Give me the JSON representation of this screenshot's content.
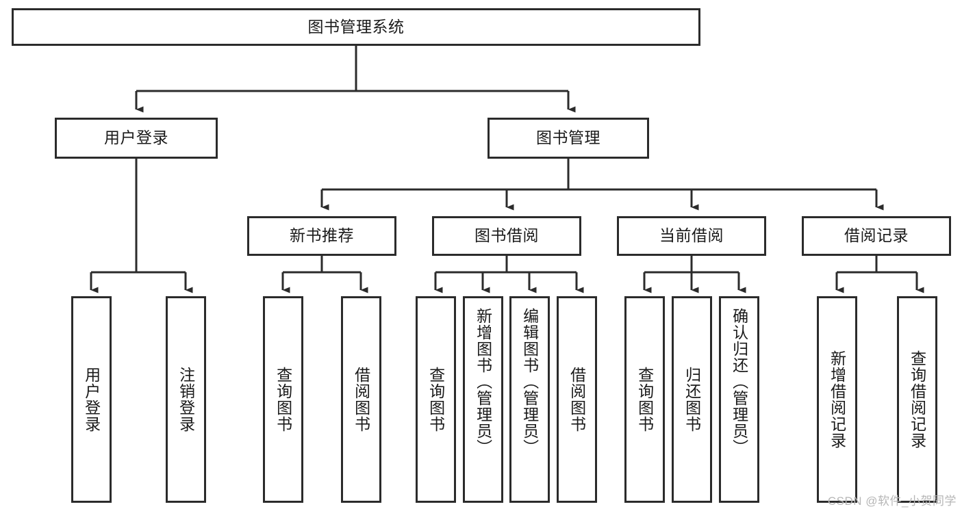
{
  "diagram": {
    "title": "图书管理系统",
    "type": "tree",
    "watermark": "CSDN @软件_小贺同学",
    "colors": {
      "box_border": "#2b2b2b",
      "box_fill": "#ffffff",
      "connector": "#2b2b2b",
      "background": "#ffffff",
      "watermark": "#b6b6b6"
    },
    "levels": {
      "root": [
        "图书管理系统"
      ],
      "level2": [
        "用户登录",
        "图书管理"
      ],
      "level3": [
        "新书推荐",
        "图书借阅",
        "当前借阅",
        "借阅记录"
      ],
      "level4": [
        "用户登录",
        "注销登录",
        "查询图书",
        "借阅图书",
        "查询图书",
        "新增图书（管理员）",
        "编辑图书（管理员）",
        "借阅图书",
        "查询图书",
        "归还图书",
        "确认归还（管理员）",
        "新增借阅记录",
        "查询借阅记录"
      ]
    }
  },
  "nodes": {
    "root": {
      "label": "图书管理系统"
    },
    "user_login": {
      "label": "用户登录"
    },
    "book_manage": {
      "label": "图书管理"
    },
    "new_book_rec": {
      "label": "新书推荐"
    },
    "book_borrow": {
      "label": "图书借阅"
    },
    "current_borrow": {
      "label": "当前借阅"
    },
    "borrow_record": {
      "label": "借阅记录"
    },
    "leaf_user_login": {
      "label": "用户登录"
    },
    "leaf_logout": {
      "label": "注销登录"
    },
    "leaf_query_book_1": {
      "label": "查询图书"
    },
    "leaf_borrow_book_1": {
      "label": "借阅图书"
    },
    "leaf_query_book_2": {
      "label": "查询图书"
    },
    "leaf_add_book": {
      "label": "新增图书（管理员）"
    },
    "leaf_edit_book": {
      "label": "编辑图书（管理员）"
    },
    "leaf_borrow_book_2": {
      "label": "借阅图书"
    },
    "leaf_query_book_3": {
      "label": "查询图书"
    },
    "leaf_return_book": {
      "label": "归还图书"
    },
    "leaf_confirm_return": {
      "label": "确认归还（管理员）"
    },
    "leaf_add_record": {
      "label": "新增借阅记录"
    },
    "leaf_query_record": {
      "label": "查询借阅记录"
    }
  }
}
